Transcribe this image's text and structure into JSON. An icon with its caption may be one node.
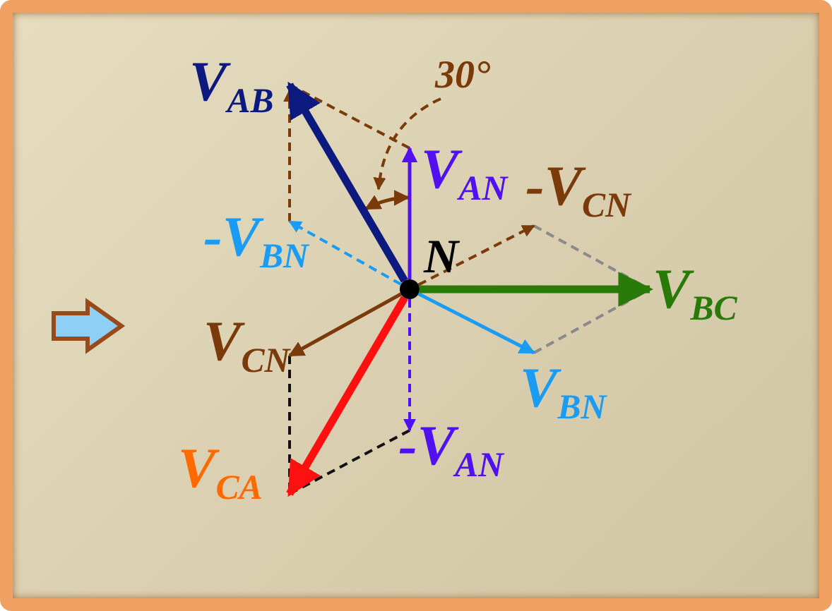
{
  "diagram": {
    "nodes": [
      {
        "text": [],
        "shape": "circle",
        "beside": [
          "N"
        ]
      },
      {
        "text": [
          "30°"
        ]
      },
      {
        "text": [],
        "shape": "arc"
      }
    ],
    "edges": [
      {
        "from": 0,
        "to": null,
        "arrow": "to",
        "label": "V$_{AN}$",
        "color": "#5010f0"
      },
      {
        "from": 0,
        "to": null,
        "arrow": "to",
        "label": "V$_{BN}$",
        "color": "#1a9cf5"
      },
      {
        "from": 0,
        "to": null,
        "arrow": "to",
        "label": "V$_{CN}$",
        "color": "#7a3a0a"
      },
      {
        "from": 0,
        "to": null,
        "arrow": "to",
        "label": "V$_{AB}$",
        "color": "#0c1a80",
        "style": "thick"
      },
      {
        "from": 0,
        "to": null,
        "arrow": "to",
        "label": "V$_{BC}$",
        "color": "#2a7a0a",
        "style": "thick"
      },
      {
        "from": 0,
        "to": null,
        "arrow": "to",
        "label": "V$_{CA}$",
        "color": "#ff1010",
        "style": "thick"
      },
      {
        "from": 0,
        "to": null,
        "arrow": "to",
        "label": "-V$_{AN}$",
        "color": "#5010f0",
        "style": "dashed"
      },
      {
        "from": 0,
        "to": null,
        "arrow": "to",
        "label": "-V$_{BN}$",
        "color": "#1a9cf5",
        "style": "dashed"
      },
      {
        "from": 0,
        "to": null,
        "arrow": "to",
        "label": "-V$_{CN}$",
        "color": "#7a3a0a",
        "style": "dashed"
      },
      {
        "from": 1,
        "to": 2,
        "arrow": "to",
        "color": "#7a3a0a",
        "style": "dashed"
      }
    ]
  }
}
